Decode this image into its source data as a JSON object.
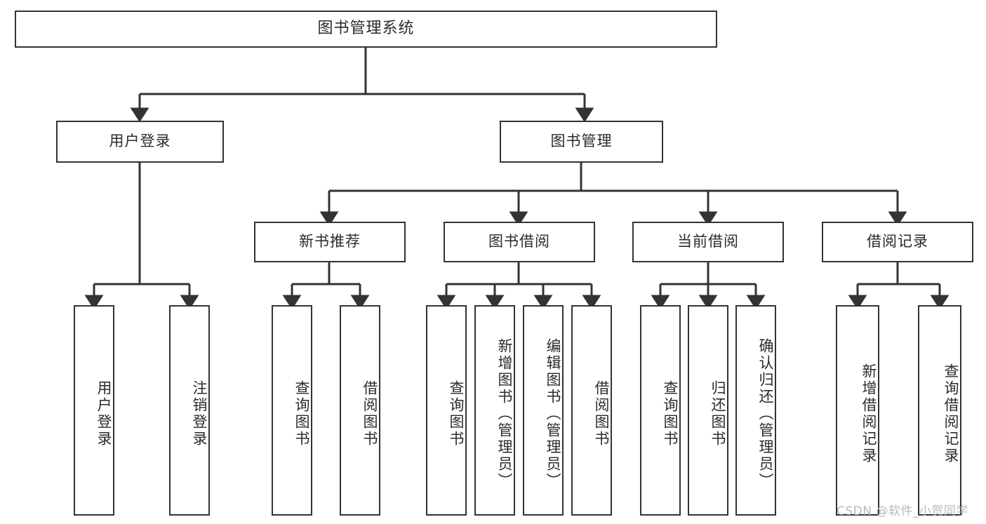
{
  "diagram": {
    "type": "tree",
    "title": "图书管理系统",
    "root": {
      "label": "图书管理系统"
    },
    "level2": [
      {
        "label": "用户登录"
      },
      {
        "label": "图书管理"
      }
    ],
    "level3": [
      {
        "label": "新书推荐"
      },
      {
        "label": "图书借阅"
      },
      {
        "label": "当前借阅"
      },
      {
        "label": "借阅记录"
      }
    ],
    "leaves": {
      "user_login": [
        {
          "label": "用户登录"
        },
        {
          "label": "注销登录"
        }
      ],
      "new_book_recommend": [
        {
          "label": "查询图书"
        },
        {
          "label": "借阅图书"
        }
      ],
      "book_borrow": [
        {
          "label": "查询图书"
        },
        {
          "label": "新增图书（管理员）"
        },
        {
          "label": "编辑图书（管理员）"
        },
        {
          "label": "借阅图书"
        }
      ],
      "current_borrow": [
        {
          "label": "查询图书"
        },
        {
          "label": "归还图书"
        },
        {
          "label": "确认归还（管理员）"
        }
      ],
      "borrow_record": [
        {
          "label": "新增借阅记录"
        },
        {
          "label": "查询借阅记录"
        }
      ]
    }
  },
  "watermark": {
    "text": "CSDN @软件_小贺同学"
  },
  "colors": {
    "background": "#ffffff",
    "border": "#333333",
    "text": "#2b2b2b",
    "watermark": "#b9b9b9"
  }
}
